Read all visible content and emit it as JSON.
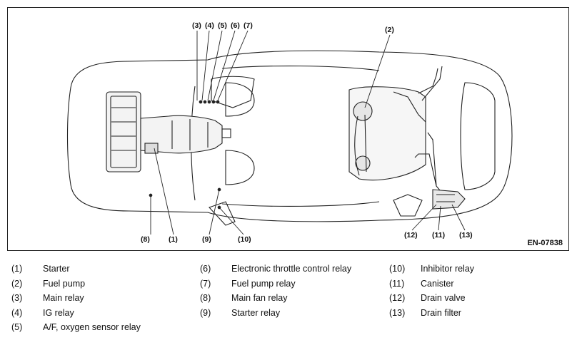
{
  "figure": {
    "code": "EN-07838",
    "callouts": {
      "c1": "(1)",
      "c2": "(2)",
      "c3": "(3)",
      "c4": "(4)",
      "c5": "(5)",
      "c6": "(6)",
      "c7": "(7)",
      "c8": "(8)",
      "c9": "(9)",
      "c10": "(10)",
      "c11": "(11)",
      "c12": "(12)",
      "c13": "(13)"
    }
  },
  "legend": {
    "col1": [
      {
        "num": "(1)",
        "text": "Starter"
      },
      {
        "num": "(2)",
        "text": "Fuel pump"
      },
      {
        "num": "(3)",
        "text": "Main relay"
      },
      {
        "num": "(4)",
        "text": "IG relay"
      },
      {
        "num": "(5)",
        "text": "A/F, oxygen sensor relay"
      }
    ],
    "col2": [
      {
        "num": "(6)",
        "text": "Electronic throttle control relay"
      },
      {
        "num": "(7)",
        "text": "Fuel pump relay"
      },
      {
        "num": "(8)",
        "text": "Main fan relay"
      },
      {
        "num": "(9)",
        "text": "Starter relay"
      }
    ],
    "col3": [
      {
        "num": "(10)",
        "text": "Inhibitor relay"
      },
      {
        "num": "(11)",
        "text": "Canister"
      },
      {
        "num": "(12)",
        "text": "Drain valve"
      },
      {
        "num": "(13)",
        "text": "Drain filter"
      }
    ]
  }
}
